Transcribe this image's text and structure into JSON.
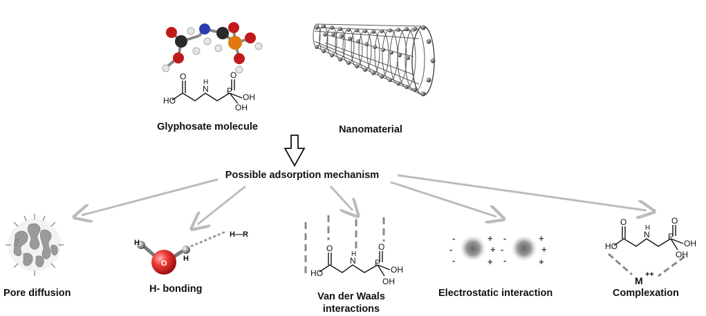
{
  "diagram": {
    "top": {
      "molecule_label": "Glyphosate molecule",
      "nanomaterial_label": "Nanomaterial"
    },
    "center_label": "Possible adsorption mechanism",
    "mechanisms": [
      {
        "label": "Pore diffusion"
      },
      {
        "label": "H- bonding"
      },
      {
        "label": "Van der Waals",
        "label_line2": "interactions"
      },
      {
        "label": "Electrostatic interaction"
      },
      {
        "label": "Complexation"
      }
    ],
    "structure_text": {
      "oh": "OH",
      "ho": "HO",
      "o": "O",
      "nh": "N",
      "h": "H",
      "p": "P",
      "hr": "H—R",
      "oxygen": "O",
      "metal": "M",
      "metal_charge": "++",
      "plus": "+",
      "minus": "-"
    },
    "colors": {
      "arrow_gray": "#bbbbbb",
      "dash_gray": "#888888",
      "oxygen_red": "#e8322e",
      "phosphorus_orange": "#e07a10",
      "nitrogen_blue": "#2a3bb0",
      "carbon_dark": "#2a2a2a",
      "tube_gray": "#555555"
    },
    "icons": [
      "down-arrow-icon",
      "porous-particle-icon",
      "water-molecule-icon",
      "nanotube-icon",
      "ball-and-stick-molecule-icon"
    ]
  }
}
